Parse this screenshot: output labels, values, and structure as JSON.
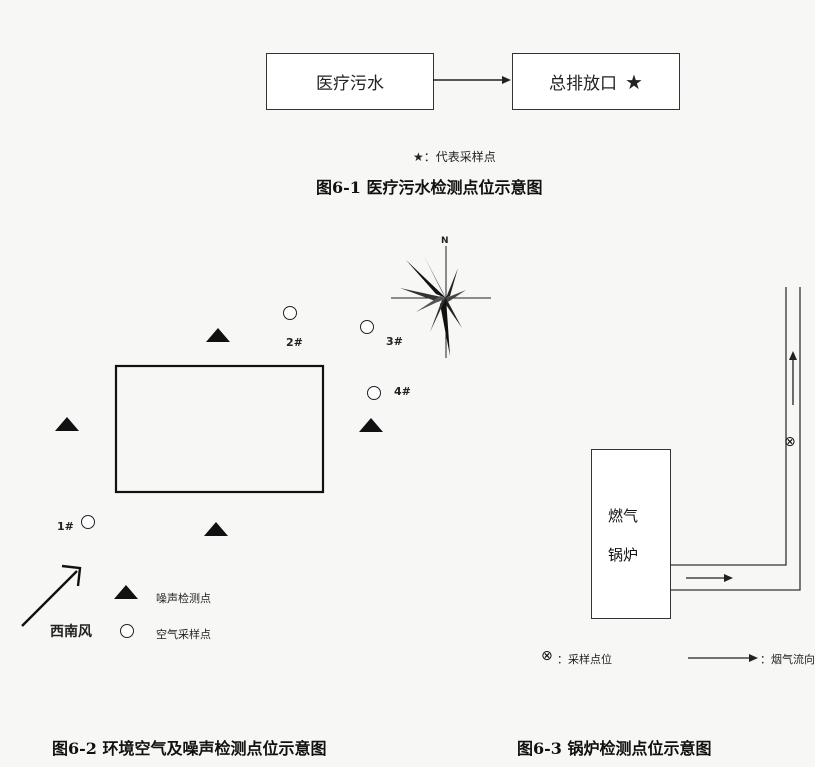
{
  "fig1": {
    "box_left": "医疗污水",
    "box_right": "总排放口",
    "star": "★",
    "legend": "★：代表采样点",
    "caption": "图6-1  医疗污水检测点位示意图"
  },
  "fig2": {
    "compass_north": "N",
    "points": {
      "p1": "1#",
      "p2": "2#",
      "p3": "3#",
      "p4": "4#"
    },
    "wind_label": "西南风",
    "legend_noise": "噪声检测点",
    "legend_air": "空气采样点",
    "caption": "图6-2  环境空气及噪声检测点位示意图"
  },
  "fig3": {
    "boiler_line1": "燃气",
    "boiler_line2": "锅炉",
    "sample_symbol": "⊗",
    "legend_sample": "：采样点位",
    "legend_flow": "：烟气流向",
    "caption": "图6-3  锅炉检测点位示意图"
  }
}
